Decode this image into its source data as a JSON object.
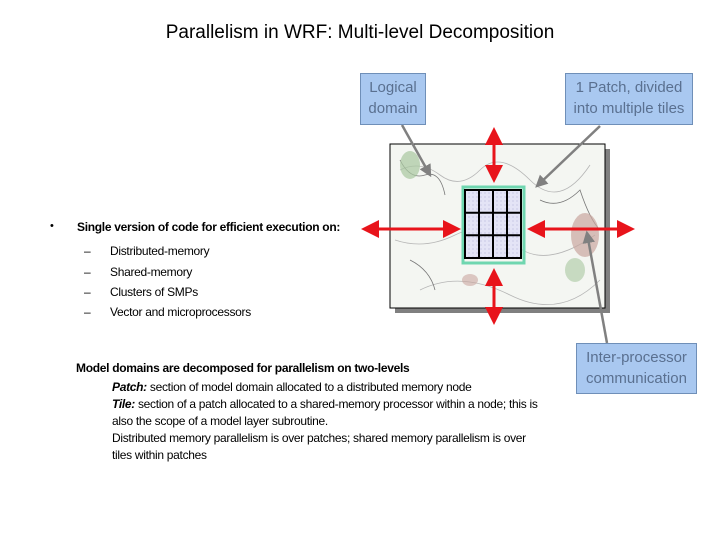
{
  "title": "Parallelism in WRF: Multi-level Decomposition",
  "callouts": {
    "logical_domain": [
      "Logical",
      "domain"
    ],
    "patch": [
      "1 Patch, divided",
      "into multiple tiles"
    ],
    "interprocessor": [
      "Inter-processor",
      "communication"
    ]
  },
  "bullet": {
    "marker": "•",
    "text": "Single version of code for efficient execution on:",
    "sub_marker": "–",
    "items": [
      "Distributed-memory",
      "Shared-memory",
      "Clusters of SMPs",
      "Vector and microprocessors"
    ]
  },
  "decomposition": {
    "heading": "Model domains are decomposed for parallelism on two-levels",
    "patch_term": "Patch:",
    "patch_text": " section of model domain  allocated to a distributed memory  node",
    "tile_term": "Tile:",
    "tile_text_1": " section of a patch allocated to a shared-memory processor within a node; this is",
    "tile_text_2": "also the scope of a model layer subroutine.",
    "dist_text_1": "Distributed memory parallelism is over patches; shared memory parallelism is over",
    "dist_text_2": "tiles within patches"
  },
  "colors": {
    "arrow": "#e8141b",
    "callout_bg": "#a9c8f0",
    "pointer": "#808080"
  }
}
